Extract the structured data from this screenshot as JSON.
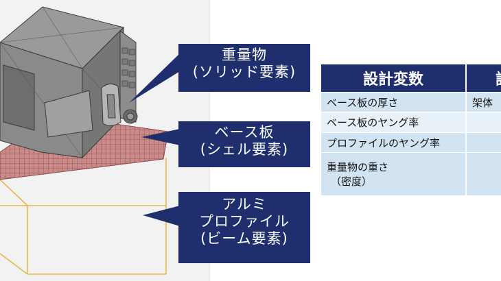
{
  "callouts": {
    "heavy": [
      "重量物",
      "(ソリッド要素)"
    ],
    "base": [
      "ベース板",
      "(シェル要素)"
    ],
    "aluminum": [
      "アルミ",
      "プロファイル",
      "(ビーム要素)"
    ]
  },
  "table": {
    "headers": [
      "設計変数",
      "評"
    ],
    "rows": [
      [
        "ベース板の厚さ",
        "架体"
      ],
      [
        "ベース板のヤング率",
        ""
      ],
      [
        "プロファイルのヤング率",
        ""
      ],
      [
        "重量物の重さ",
        "",
        "（密度）"
      ]
    ]
  },
  "colors": {
    "callout_bg": "#1f2f6e",
    "table_header": "#1f2f6e",
    "row_light": "#d2e3f2",
    "row_lighter": "#e8f0f8",
    "mesh_plate": "#c98a8a",
    "frame_edge": "#e6b84a",
    "box_body": "#7d7d7d"
  }
}
